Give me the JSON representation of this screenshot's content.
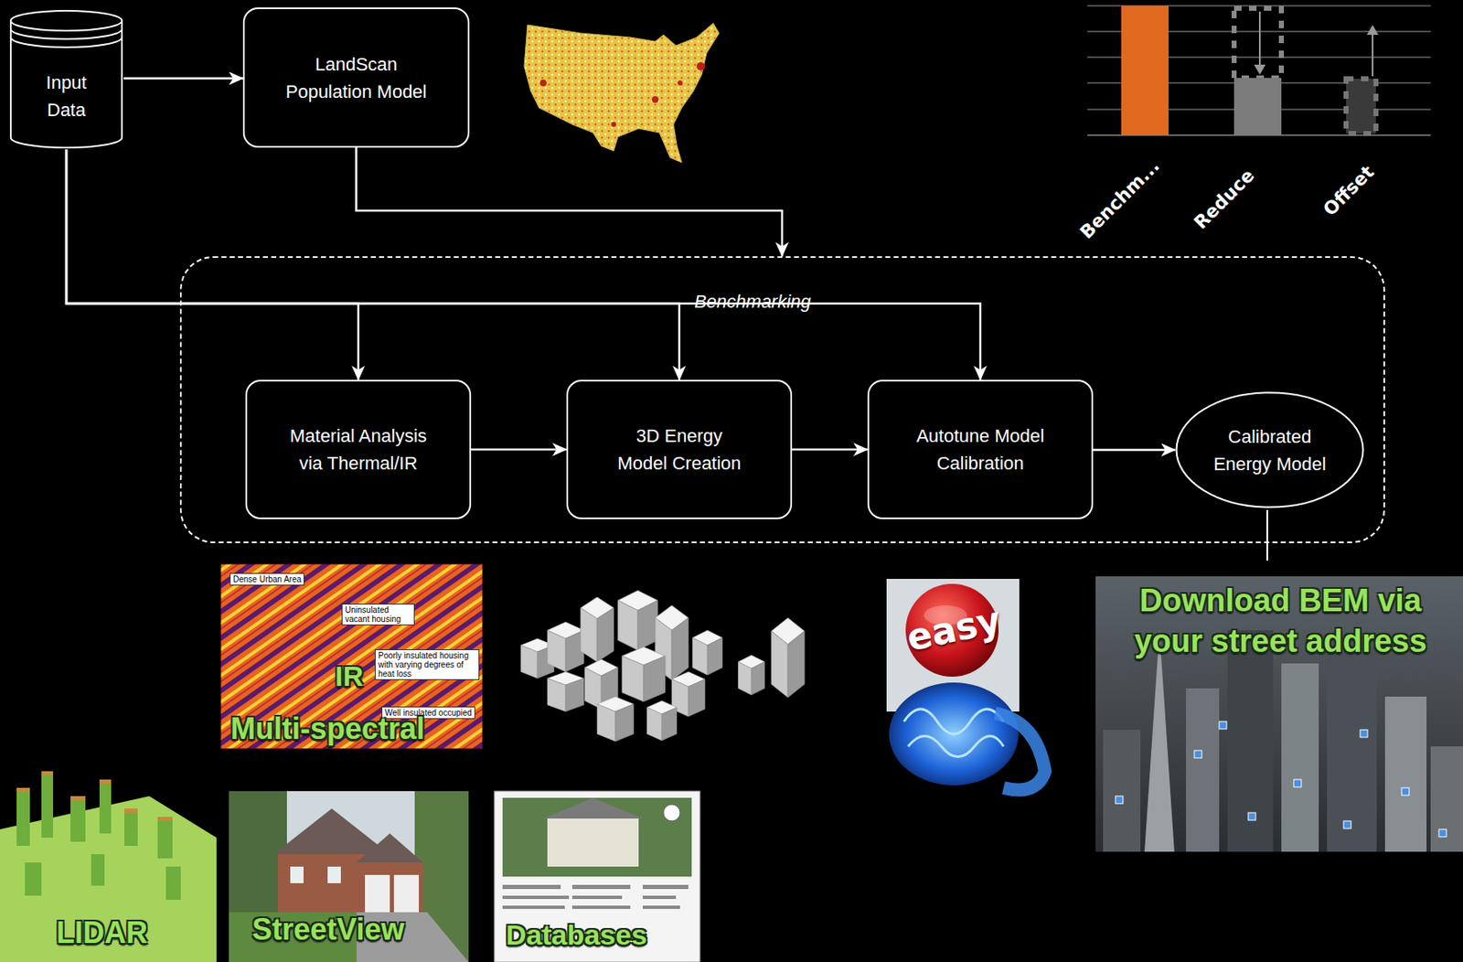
{
  "diagram": {
    "nodes": [
      {
        "text": [
          "Input Data"
        ]
      },
      {
        "text": [
          "LandScan Population Model"
        ]
      },
      {
        "text": [
          "Benchmarking"
        ]
      },
      {
        "text": [
          "Material Analysis via Thermal/IR"
        ],
        "in": 2
      },
      {
        "text": [
          "3D Energy Model Creation"
        ],
        "in": 2
      },
      {
        "text": [
          "Autotune Model Calibration"
        ],
        "in": 2
      },
      {
        "text": [
          "Calibrated Energy Model"
        ],
        "in": 2
      }
    ],
    "edges": [
      {
        "from": 0,
        "to": 1,
        "arrow": "to"
      },
      {
        "from": 1,
        "to": 2,
        "arrow": "to"
      },
      {
        "from": 0,
        "to": 3,
        "arrow": "to"
      },
      {
        "from": 0,
        "to": 4,
        "arrow": "to"
      },
      {
        "from": 0,
        "to": 5,
        "arrow": "to"
      },
      {
        "from": 3,
        "to": 4,
        "arrow": "to"
      },
      {
        "from": 4,
        "to": 5,
        "arrow": "to"
      },
      {
        "from": 5,
        "to": 6,
        "arrow": "to"
      }
    ],
    "labels": [
      "Benchm...",
      "Reduce",
      "Offset",
      "Dense Urban Area",
      "Uninsulated vacant housing",
      "Poorly insulated housing with varying degrees of heat loss",
      "Well insulated occupied",
      "IR",
      "Multi-spectral",
      "easy",
      "Download BEM via your street address",
      "LIDAR",
      "StreetView",
      "Databases"
    ]
  }
}
